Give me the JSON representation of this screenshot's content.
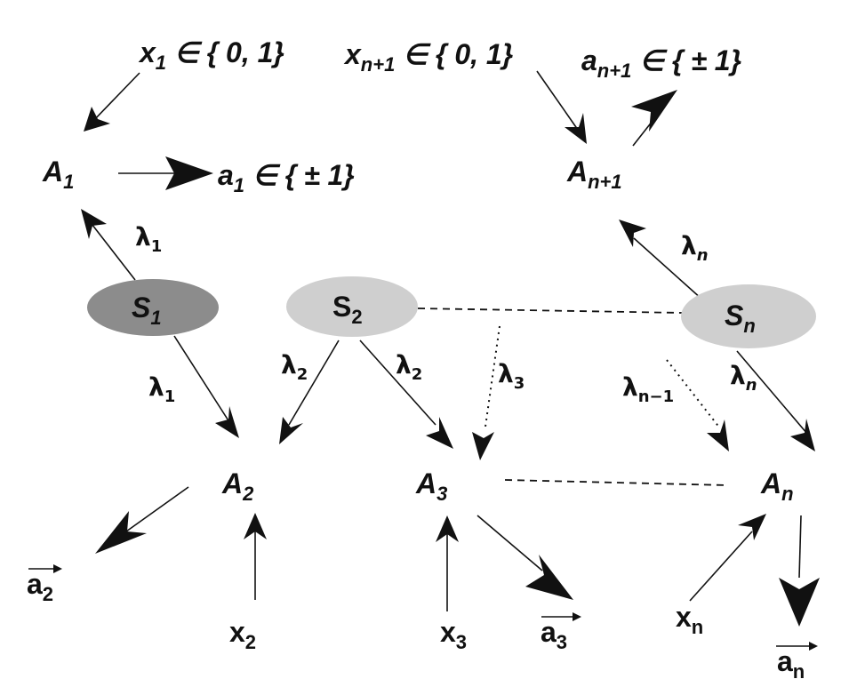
{
  "nodes": {
    "s1": "S",
    "s1_sub": "1",
    "s2": "S",
    "s2_sub": "2",
    "sn": "S",
    "sn_sub": "n",
    "a1": "A",
    "a1_sub": "1",
    "a2": "A",
    "a2_sub": "2",
    "a3": "A",
    "a3_sub": "3",
    "an": "A",
    "an_sub": "n",
    "an1": "A",
    "an1_sub": "n+1"
  },
  "inputs": {
    "x1": "x",
    "x1_sub": "1",
    "x1_set": " ∈ { 0, 1}",
    "xn1": "x",
    "xn1_sub": "n+1",
    "xn1_set": " ∈ { 0, 1}",
    "x2": "x",
    "x2_sub": "2",
    "x3": "x",
    "x3_sub": "3",
    "xn": "x",
    "xn_sub": "n"
  },
  "outputs": {
    "a1": "a",
    "a1_sub": "1",
    "a1_set": " ∈ { ± 1}",
    "an1": "a",
    "an1_sub": "n+1",
    "an1_set": " ∈ { ± 1}",
    "a2": "a",
    "a2_sub": "2",
    "a3": "a",
    "a3_sub": "3",
    "an": "a",
    "an_sub": "n"
  },
  "lambdas": {
    "l1_up": "λ",
    "l1_up_sub": "1",
    "l1_down": "λ",
    "l1_down_sub": "1",
    "l2_left": "λ",
    "l2_left_sub": "2",
    "l2_right": "λ",
    "l2_right_sub": "2",
    "l3": "λ",
    "l3_sub": "3",
    "ln_1": "λ",
    "ln_1_sub": "n−1",
    "ln_up": "λ",
    "ln_up_sub": "n",
    "ln_down": "λ",
    "ln_down_sub": "n"
  },
  "colors": {
    "s1_fill": "#8c8c8c",
    "s_fill": "#cfcfcf",
    "ink": "#111111"
  }
}
